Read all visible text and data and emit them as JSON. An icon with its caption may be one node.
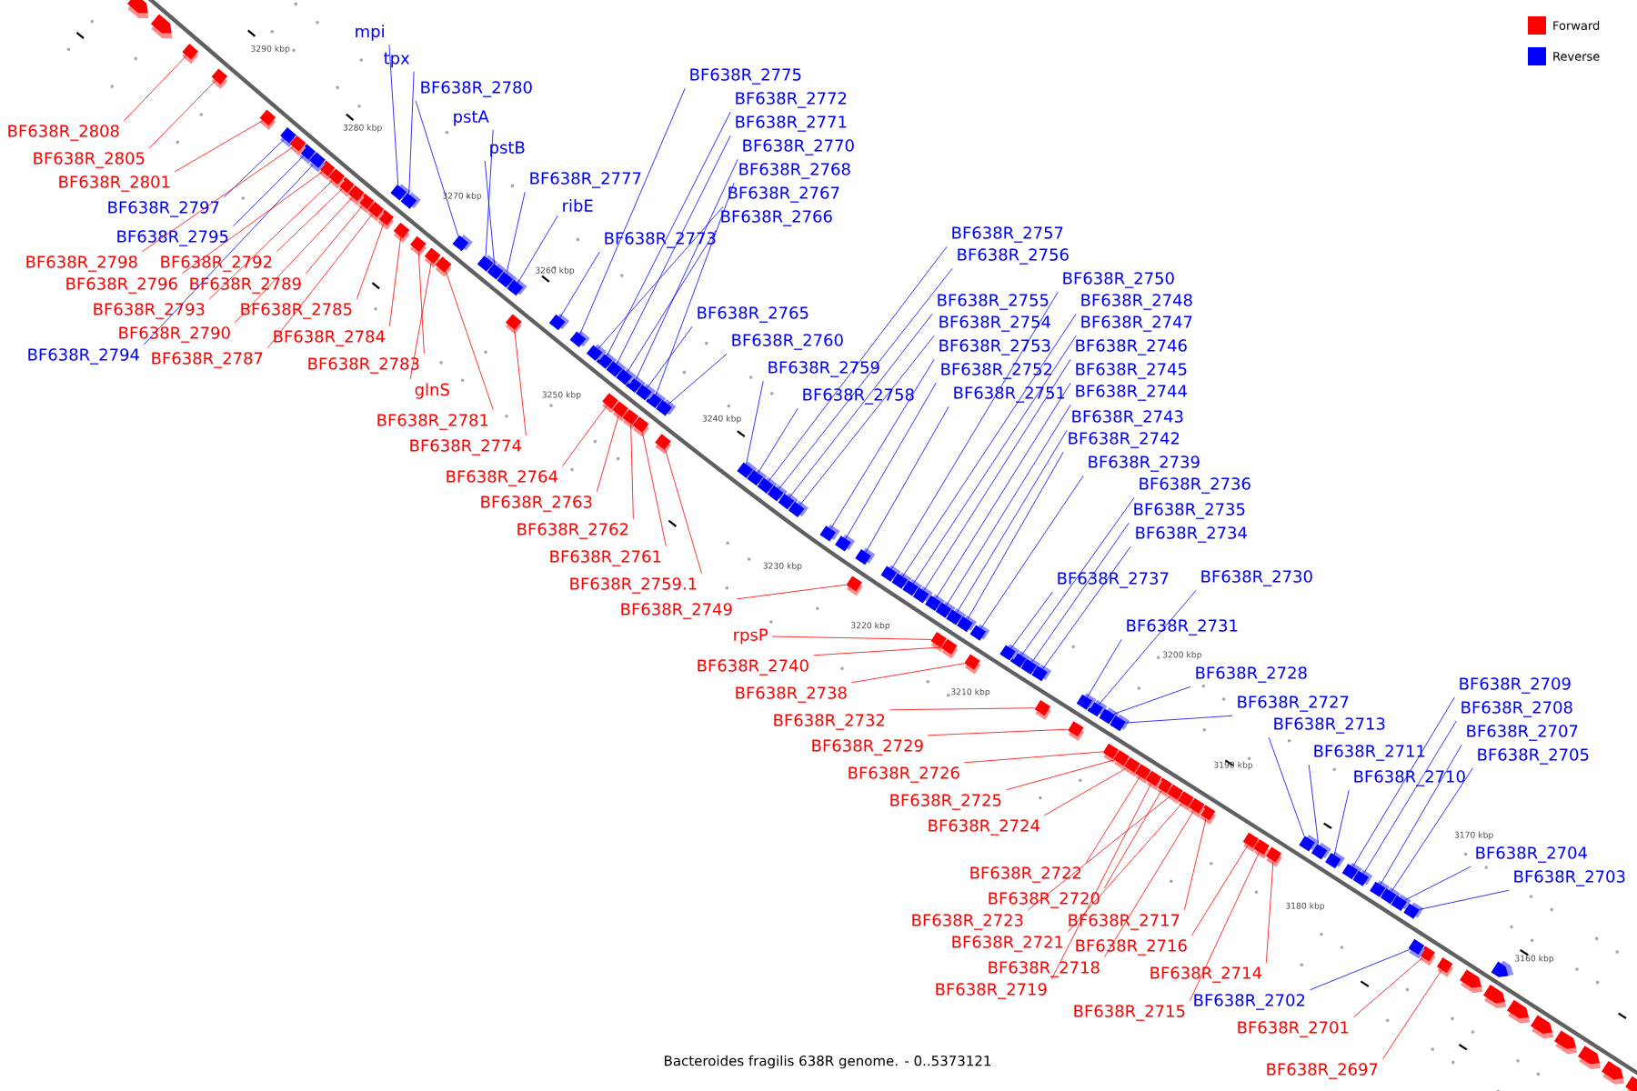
{
  "diagram": {
    "caption": "Bacteroides fragilis 638R genome. - 0..5373121",
    "nodes": [
      {
        "text": [
          "BF638R_2808"
        ]
      },
      {
        "text": [
          "BF638R_2805"
        ]
      },
      {
        "text": [
          "BF638R_2801"
        ]
      },
      {
        "text": [
          "BF638R_2797"
        ]
      },
      {
        "text": [
          "BF638R_2795"
        ]
      },
      {
        "text": [
          "BF638R_2798"
        ]
      },
      {
        "text": [
          "BF638R_2792"
        ]
      },
      {
        "text": [
          "BF638R_2796"
        ]
      },
      {
        "text": [
          "BF638R_2789"
        ]
      },
      {
        "text": [
          "BF638R_2793"
        ]
      },
      {
        "text": [
          "BF638R_2785"
        ]
      },
      {
        "text": [
          "BF638R_2790"
        ]
      },
      {
        "text": [
          "BF638R_2784"
        ]
      },
      {
        "text": [
          "BF638R_2794"
        ]
      },
      {
        "text": [
          "BF638R_2787"
        ]
      },
      {
        "text": [
          "BF638R_2783"
        ]
      },
      {
        "text": [
          "glnS"
        ]
      },
      {
        "text": [
          "BF638R_2781"
        ]
      },
      {
        "text": [
          "BF638R_2774"
        ]
      },
      {
        "text": [
          "BF638R_2764"
        ]
      },
      {
        "text": [
          "BF638R_2763"
        ]
      },
      {
        "text": [
          "BF638R_2762"
        ]
      },
      {
        "text": [
          "BF638R_2761"
        ]
      },
      {
        "text": [
          "BF638R_2759.1"
        ]
      },
      {
        "text": [
          "BF638R_2749"
        ]
      },
      {
        "text": [
          "rpsP"
        ]
      },
      {
        "text": [
          "BF638R_2740"
        ]
      },
      {
        "text": [
          "BF638R_2738"
        ]
      },
      {
        "text": [
          "BF638R_2732"
        ]
      },
      {
        "text": [
          "BF638R_2729"
        ]
      },
      {
        "text": [
          "BF638R_2726"
        ]
      },
      {
        "text": [
          "BF638R_2725"
        ]
      },
      {
        "text": [
          "BF638R_2724"
        ]
      },
      {
        "text": [
          "BF638R_2722"
        ]
      },
      {
        "text": [
          "BF638R_2720"
        ]
      },
      {
        "text": [
          "BF638R_2723"
        ]
      },
      {
        "text": [
          "BF638R_2717"
        ]
      },
      {
        "text": [
          "BF638R_2721"
        ]
      },
      {
        "text": [
          "BF638R_2716"
        ]
      },
      {
        "text": [
          "BF638R_2718"
        ]
      },
      {
        "text": [
          "BF638R_2714"
        ]
      },
      {
        "text": [
          "BF638R_2719"
        ]
      },
      {
        "text": [
          "BF638R_2715"
        ]
      },
      {
        "text": [
          "BF638R_2701"
        ]
      },
      {
        "text": [
          "BF638R_2697"
        ]
      },
      {
        "text": [
          "mpi"
        ]
      },
      {
        "text": [
          "tpx"
        ]
      },
      {
        "text": [
          "BF638R_2780"
        ]
      },
      {
        "text": [
          "pstA"
        ]
      },
      {
        "text": [
          "pstB"
        ]
      },
      {
        "text": [
          "BF638R_2777"
        ]
      },
      {
        "text": [
          "ribE"
        ]
      },
      {
        "text": [
          "BF638R_2773"
        ]
      },
      {
        "text": [
          "BF638R_2775"
        ]
      },
      {
        "text": [
          "BF638R_2772"
        ]
      },
      {
        "text": [
          "BF638R_2771"
        ]
      },
      {
        "text": [
          "BF638R_2770"
        ]
      },
      {
        "text": [
          "BF638R_2768"
        ]
      },
      {
        "text": [
          "BF638R_2767"
        ]
      },
      {
        "text": [
          "BF638R_2766"
        ]
      },
      {
        "text": [
          "BF638R_2765"
        ]
      },
      {
        "text": [
          "BF638R_2760"
        ]
      },
      {
        "text": [
          "BF638R_2759"
        ]
      },
      {
        "text": [
          "BF638R_2758"
        ]
      },
      {
        "text": [
          "BF638R_2757"
        ]
      },
      {
        "text": [
          "BF638R_2756"
        ]
      },
      {
        "text": [
          "BF638R_2755"
        ]
      },
      {
        "text": [
          "BF638R_2754"
        ]
      },
      {
        "text": [
          "BF638R_2753"
        ]
      },
      {
        "text": [
          "BF638R_2752"
        ]
      },
      {
        "text": [
          "BF638R_2751"
        ]
      },
      {
        "text": [
          "BF638R_2750"
        ]
      },
      {
        "text": [
          "BF638R_2748"
        ]
      },
      {
        "text": [
          "BF638R_2747"
        ]
      },
      {
        "text": [
          "BF638R_2746"
        ]
      },
      {
        "text": [
          "BF638R_2745"
        ]
      },
      {
        "text": [
          "BF638R_2744"
        ]
      },
      {
        "text": [
          "BF638R_2743"
        ]
      },
      {
        "text": [
          "BF638R_2742"
        ]
      },
      {
        "text": [
          "BF638R_2739"
        ]
      },
      {
        "text": [
          "BF638R_2736"
        ]
      },
      {
        "text": [
          "BF638R_2735"
        ]
      },
      {
        "text": [
          "BF638R_2734"
        ]
      },
      {
        "text": [
          "BF638R_2737"
        ]
      },
      {
        "text": [
          "BF638R_2730"
        ]
      },
      {
        "text": [
          "BF638R_2731"
        ]
      },
      {
        "text": [
          "BF638R_2728"
        ]
      },
      {
        "text": [
          "BF638R_2727"
        ]
      },
      {
        "text": [
          "BF638R_2713"
        ]
      },
      {
        "text": [
          "BF638R_2711"
        ]
      },
      {
        "text": [
          "BF638R_2710"
        ]
      },
      {
        "text": [
          "BF638R_2709"
        ]
      },
      {
        "text": [
          "BF638R_2708"
        ]
      },
      {
        "text": [
          "BF638R_2707"
        ]
      },
      {
        "text": [
          "BF638R_2705"
        ]
      },
      {
        "text": [
          "BF638R_2704"
        ]
      },
      {
        "text": [
          "BF638R_2703"
        ]
      },
      {
        "text": [
          "BF638R_2702"
        ]
      },
      {
        "text": [],
        "shape": "box"
      },
      {
        "text": [],
        "shape": "box"
      },
      {
        "text": [],
        "shape": "box"
      },
      {
        "text": [],
        "shape": "box"
      },
      {
        "text": [],
        "shape": "box"
      },
      {
        "text": [],
        "shape": "box"
      },
      {
        "text": [],
        "shape": "box"
      },
      {
        "text": [],
        "shape": "box"
      },
      {
        "text": [],
        "shape": "box"
      },
      {
        "text": [],
        "shape": "box"
      },
      {
        "text": [],
        "shape": "box"
      },
      {
        "text": [],
        "shape": "box"
      },
      {
        "text": [],
        "shape": "box"
      },
      {
        "text": [],
        "shape": "box"
      },
      {
        "text": [],
        "shape": "box"
      },
      {
        "text": [],
        "shape": "box"
      },
      {
        "text": [],
        "shape": "box"
      },
      {
        "text": [],
        "shape": "box"
      },
      {
        "text": [],
        "shape": "box"
      },
      {
        "text": [],
        "shape": "box"
      },
      {
        "text": [],
        "shape": "box"
      },
      {
        "text": [],
        "shape": "box"
      },
      {
        "text": [],
        "shape": "box"
      },
      {
        "text": [],
        "shape": "box"
      },
      {
        "text": [],
        "shape": "box"
      },
      {
        "text": [],
        "shape": "box"
      },
      {
        "text": [],
        "shape": "box"
      },
      {
        "text": [],
        "shape": "box"
      },
      {
        "text": [],
        "shape": "box"
      },
      {
        "text": [],
        "shape": "box"
      },
      {
        "text": [],
        "shape": "box"
      },
      {
        "text": [],
        "shape": "box"
      },
      {
        "text": [],
        "shape": "box"
      },
      {
        "text": [],
        "shape": "box"
      },
      {
        "text": [],
        "shape": "box"
      },
      {
        "text": [],
        "shape": "box"
      },
      {
        "text": [],
        "shape": "box"
      },
      {
        "text": [],
        "shape": "box"
      },
      {
        "text": [],
        "shape": "box"
      },
      {
        "text": [],
        "shape": "box"
      },
      {
        "text": [],
        "shape": "box"
      },
      {
        "text": [],
        "shape": "box"
      },
      {
        "text": [],
        "shape": "box"
      },
      {
        "text": [],
        "shape": "box"
      },
      {
        "text": [],
        "shape": "box"
      },
      {
        "text": [],
        "shape": "box"
      },
      {
        "text": [],
        "shape": "box"
      },
      {
        "text": [],
        "shape": "box"
      },
      {
        "text": [],
        "shape": "box"
      },
      {
        "text": [],
        "shape": "box"
      },
      {
        "text": [],
        "shape": "box"
      },
      {
        "text": [],
        "shape": "box"
      },
      {
        "text": [],
        "shape": "box"
      },
      {
        "text": [],
        "shape": "box"
      },
      {
        "text": [],
        "shape": "box"
      },
      {
        "text": [],
        "shape": "box"
      },
      {
        "text": [],
        "shape": "box"
      },
      {
        "text": [],
        "shape": "box"
      },
      {
        "text": [],
        "shape": "box"
      },
      {
        "text": [],
        "shape": "box"
      },
      {
        "text": [],
        "shape": "box"
      },
      {
        "text": [],
        "shape": "box"
      },
      {
        "text": [],
        "shape": "box"
      },
      {
        "text": [],
        "shape": "box"
      },
      {
        "text": [],
        "shape": "box"
      },
      {
        "text": [],
        "shape": "box"
      },
      {
        "text": [],
        "shape": "box"
      },
      {
        "text": [],
        "shape": "box"
      },
      {
        "text": [],
        "shape": "box"
      },
      {
        "text": [],
        "shape": "box"
      },
      {
        "text": [],
        "shape": "box"
      },
      {
        "text": [],
        "shape": "box"
      },
      {
        "text": [],
        "shape": "box"
      },
      {
        "text": [],
        "shape": "box"
      },
      {
        "text": [],
        "shape": "box"
      },
      {
        "text": [],
        "shape": "box"
      },
      {
        "text": [],
        "shape": "box"
      },
      {
        "text": [],
        "shape": "box"
      },
      {
        "text": [],
        "shape": "box"
      },
      {
        "text": [],
        "shape": "box"
      },
      {
        "text": [],
        "shape": "box"
      },
      {
        "text": [],
        "shape": "box"
      },
      {
        "text": [],
        "shape": "box"
      },
      {
        "text": [],
        "shape": "box"
      },
      {
        "text": [],
        "shape": "box"
      },
      {
        "text": [],
        "shape": "box"
      },
      {
        "text": [],
        "shape": "box"
      },
      {
        "text": [],
        "shape": "box"
      },
      {
        "text": [],
        "shape": "box"
      },
      {
        "text": [],
        "shape": "box"
      },
      {
        "text": [],
        "shape": "box"
      },
      {
        "text": [],
        "shape": "box"
      },
      {
        "text": [],
        "shape": "box"
      },
      {
        "text": [],
        "shape": "box"
      },
      {
        "text": [],
        "shape": "box"
      },
      {
        "text": [],
        "shape": "box"
      },
      {
        "text": [],
        "shape": "box"
      },
      {
        "text": [],
        "shape": "box"
      }
    ],
    "edges": [
      {
        "from": 0,
        "to": 98,
        "arrow": "none",
        "color": "#ff0000"
      },
      {
        "from": 1,
        "to": 99,
        "arrow": "none",
        "color": "#ff0000"
      },
      {
        "from": 2,
        "to": 100,
        "arrow": "none",
        "color": "#ff0000"
      },
      {
        "from": 3,
        "to": 101,
        "arrow": "none"
      },
      {
        "from": 4,
        "to": 102,
        "arrow": "none"
      },
      {
        "from": 5,
        "to": 103,
        "arrow": "none",
        "color": "#ff0000"
      },
      {
        "from": 6,
        "to": 104,
        "arrow": "none",
        "color": "#ff0000"
      },
      {
        "from": 7,
        "to": 105,
        "arrow": "none",
        "color": "#ff0000"
      },
      {
        "from": 8,
        "to": 106,
        "arrow": "none",
        "color": "#ff0000"
      },
      {
        "from": 9,
        "to": 107,
        "arrow": "none",
        "color": "#ff0000"
      },
      {
        "from": 10,
        "to": 108,
        "arrow": "none",
        "color": "#ff0000"
      },
      {
        "from": 11,
        "to": 109,
        "arrow": "none",
        "color": "#ff0000"
      },
      {
        "from": 12,
        "to": 110,
        "arrow": "none",
        "color": "#ff0000"
      },
      {
        "from": 13,
        "to": 111,
        "arrow": "none"
      },
      {
        "from": 14,
        "to": 112,
        "arrow": "none",
        "color": "#ff0000"
      },
      {
        "from": 15,
        "to": 113,
        "arrow": "none",
        "color": "#ff0000"
      },
      {
        "from": 16,
        "to": 114,
        "arrow": "none",
        "color": "#ff0000"
      },
      {
        "from": 17,
        "to": 115,
        "arrow": "none",
        "color": "#ff0000"
      },
      {
        "from": 18,
        "to": 116,
        "arrow": "none",
        "color": "#ff0000"
      },
      {
        "from": 19,
        "to": 117,
        "arrow": "none",
        "color": "#ff0000"
      },
      {
        "from": 20,
        "to": 118,
        "arrow": "none",
        "color": "#ff0000"
      },
      {
        "from": 21,
        "to": 119,
        "arrow": "none",
        "color": "#ff0000"
      },
      {
        "from": 22,
        "to": 120,
        "arrow": "none",
        "color": "#ff0000"
      },
      {
        "from": 23,
        "to": 121,
        "arrow": "none",
        "color": "#ff0000"
      },
      {
        "from": 24,
        "to": 122,
        "arrow": "none",
        "color": "#ff0000"
      },
      {
        "from": 25,
        "to": 123,
        "arrow": "none",
        "color": "#ff0000"
      },
      {
        "from": 26,
        "to": 124,
        "arrow": "none",
        "color": "#ff0000"
      },
      {
        "from": 27,
        "to": 125,
        "arrow": "none",
        "color": "#ff0000"
      },
      {
        "from": 28,
        "to": 126,
        "arrow": "none",
        "color": "#ff0000"
      },
      {
        "from": 29,
        "to": 127,
        "arrow": "none",
        "color": "#ff0000"
      },
      {
        "from": 30,
        "to": 128,
        "arrow": "none",
        "color": "#ff0000"
      },
      {
        "from": 31,
        "to": 129,
        "arrow": "none",
        "color": "#ff0000"
      },
      {
        "from": 32,
        "to": 130,
        "arrow": "none",
        "color": "#ff0000"
      },
      {
        "from": 33,
        "to": 131,
        "arrow": "none",
        "color": "#ff0000"
      },
      {
        "from": 34,
        "to": 132,
        "arrow": "none",
        "color": "#ff0000"
      },
      {
        "from": 35,
        "to": 133,
        "arrow": "none",
        "color": "#ff0000"
      },
      {
        "from": 36,
        "to": 134,
        "arrow": "none",
        "color": "#ff0000"
      },
      {
        "from": 37,
        "to": 135,
        "arrow": "none",
        "color": "#ff0000"
      },
      {
        "from": 38,
        "to": 136,
        "arrow": "none",
        "color": "#ff0000"
      },
      {
        "from": 39,
        "to": 137,
        "arrow": "none",
        "color": "#ff0000"
      },
      {
        "from": 40,
        "to": 138,
        "arrow": "none",
        "color": "#ff0000"
      },
      {
        "from": 41,
        "to": 139,
        "arrow": "none",
        "color": "#ff0000"
      },
      {
        "from": 42,
        "to": 140,
        "arrow": "none",
        "color": "#ff0000"
      },
      {
        "from": 43,
        "to": 141,
        "arrow": "none",
        "color": "#ff0000"
      },
      {
        "from": 44,
        "to": 142,
        "arrow": "none",
        "color": "#ff0000"
      },
      {
        "from": 45,
        "to": 143,
        "arrow": "none"
      },
      {
        "from": 46,
        "to": 144,
        "arrow": "none"
      },
      {
        "from": 47,
        "to": 145,
        "arrow": "none"
      },
      {
        "from": 48,
        "to": 146,
        "arrow": "none"
      },
      {
        "from": 49,
        "to": 147,
        "arrow": "none"
      },
      {
        "from": 50,
        "to": 148,
        "arrow": "none"
      },
      {
        "from": 51,
        "to": 149,
        "arrow": "none"
      },
      {
        "from": 52,
        "to": 150,
        "arrow": "none"
      },
      {
        "from": 53,
        "to": 151,
        "arrow": "none"
      },
      {
        "from": 54,
        "to": 152,
        "arrow": "none"
      },
      {
        "from": 55,
        "to": 153,
        "arrow": "none"
      },
      {
        "from": 56,
        "to": 154,
        "arrow": "none"
      },
      {
        "from": 57,
        "to": 155,
        "arrow": "none"
      },
      {
        "from": 58,
        "to": 156,
        "arrow": "none"
      },
      {
        "from": 59,
        "to": 157,
        "arrow": "none"
      },
      {
        "from": 60,
        "to": 158,
        "arrow": "none"
      },
      {
        "from": 61,
        "to": 159,
        "arrow": "none"
      },
      {
        "from": 62,
        "to": 160,
        "arrow": "none"
      },
      {
        "from": 63,
        "to": 161,
        "arrow": "none"
      },
      {
        "from": 64,
        "to": 162,
        "arrow": "none"
      },
      {
        "from": 65,
        "to": 163,
        "arrow": "none"
      },
      {
        "from": 66,
        "to": 164,
        "arrow": "none"
      },
      {
        "from": 67,
        "to": 165,
        "arrow": "none"
      },
      {
        "from": 68,
        "to": 166,
        "arrow": "none"
      },
      {
        "from": 69,
        "to": 167,
        "arrow": "none"
      },
      {
        "from": 70,
        "to": 168,
        "arrow": "none"
      },
      {
        "from": 71,
        "to": 169,
        "arrow": "none"
      },
      {
        "from": 72,
        "to": 170,
        "arrow": "none"
      },
      {
        "from": 73,
        "to": 171,
        "arrow": "none"
      },
      {
        "from": 74,
        "to": 172,
        "arrow": "none"
      },
      {
        "from": 75,
        "to": 173,
        "arrow": "none"
      },
      {
        "from": 76,
        "to": 174,
        "arrow": "none"
      },
      {
        "from": 77,
        "to": 175,
        "arrow": "none"
      },
      {
        "from": 78,
        "to": 176,
        "arrow": "none"
      },
      {
        "from": 79,
        "to": 177,
        "arrow": "none"
      },
      {
        "from": 80,
        "to": 178,
        "arrow": "none"
      },
      {
        "from": 81,
        "to": 179,
        "arrow": "none"
      },
      {
        "from": 82,
        "to": 180,
        "arrow": "none"
      },
      {
        "from": 83,
        "to": 181,
        "arrow": "none"
      },
      {
        "from": 84,
        "to": 182,
        "arrow": "none"
      },
      {
        "from": 85,
        "to": 183,
        "arrow": "none"
      },
      {
        "from": 86,
        "to": 184,
        "arrow": "none"
      },
      {
        "from": 87,
        "to": 185,
        "arrow": "none"
      },
      {
        "from": 88,
        "to": 186,
        "arrow": "none"
      },
      {
        "from": 89,
        "to": 187,
        "arrow": "none"
      },
      {
        "from": 90,
        "to": 188,
        "arrow": "none"
      },
      {
        "from": 91,
        "to": 189,
        "arrow": "none"
      },
      {
        "from": 92,
        "to": 190,
        "arrow": "none"
      },
      {
        "from": 93,
        "to": 191,
        "arrow": "none"
      },
      {
        "from": 94,
        "to": 192,
        "arrow": "none"
      },
      {
        "from": 95,
        "to": 193,
        "arrow": "none"
      },
      {
        "from": 96,
        "to": 194,
        "arrow": "none"
      },
      {
        "from": 97,
        "to": 195,
        "arrow": "none"
      }
    ],
    "labels": [
      "3290 kbp",
      "3280 kbp",
      "3270 kbp",
      "3260 kbp",
      "3250 kbp",
      "3240 kbp",
      "3230 kbp",
      "3220 kbp",
      "3210 kbp",
      "3200 kbp",
      "3190 kbp",
      "3180 kbp",
      "3170 kbp",
      "3160 kbp"
    ],
    "legend": [
      {
        "text": "Forward",
        "color": "#ff0000"
      },
      {
        "text": "Reverse",
        "color": "#0000ff"
      }
    ]
  }
}
